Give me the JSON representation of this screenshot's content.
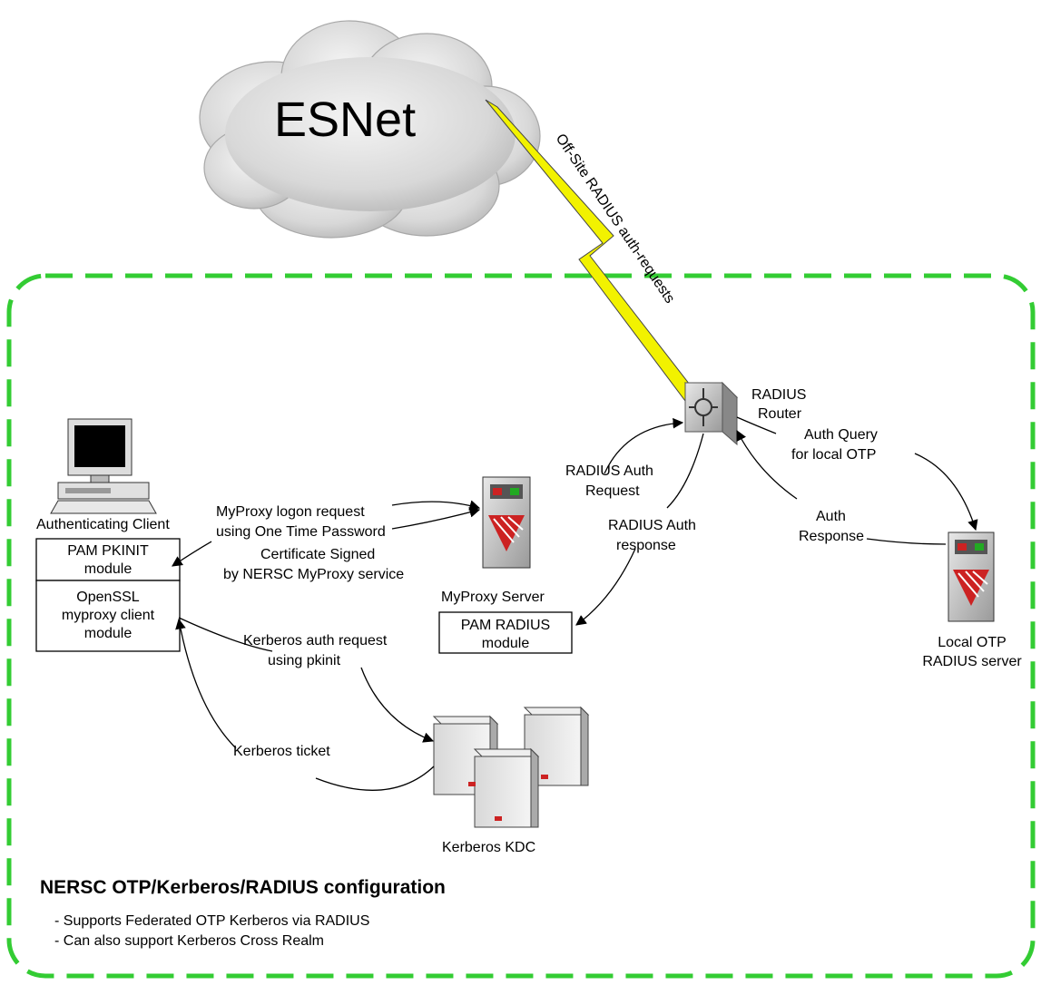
{
  "cloud": {
    "label": "ESNet"
  },
  "link": {
    "label": "Off-Site RADIUS auth-requests"
  },
  "nodes": {
    "router": {
      "label_line1": "RADIUS",
      "label_line2": "Router"
    },
    "client": {
      "label": "Authenticating Client"
    },
    "myproxy": {
      "label": "MyProxy Server"
    },
    "kdc": {
      "label": "Kerberos KDC"
    },
    "local_otp": {
      "label_line1": "Local OTP",
      "label_line2": "RADIUS server"
    }
  },
  "modules": {
    "pam_pkinit": {
      "line1": "PAM PKINIT",
      "line2": "module"
    },
    "openssl": {
      "line1": "OpenSSL",
      "line2": "myproxy client",
      "line3": "module"
    },
    "pam_radius": {
      "line1": "PAM RADIUS",
      "line2": "module"
    }
  },
  "edges": {
    "myproxy_logon": {
      "line1": "MyProxy logon request",
      "line2": "using One Time Password"
    },
    "cert_signed": {
      "line1": "Certificate Signed",
      "line2": "by NERSC MyProxy service"
    },
    "kerberos_req": {
      "line1": "Kerberos auth request",
      "line2": "using pkinit"
    },
    "kerberos_ticket": {
      "line1": "Kerberos ticket"
    },
    "radius_request": {
      "line1": "RADIUS Auth",
      "line2": "Request"
    },
    "radius_response": {
      "line1": "RADIUS Auth",
      "line2": "response"
    },
    "auth_query": {
      "line1": "Auth Query",
      "line2": "for local OTP"
    },
    "auth_response": {
      "line1": "Auth",
      "line2": "Response"
    }
  },
  "footer": {
    "title": "NERSC OTP/Kerberos/RADIUS configuration",
    "bullets": [
      "- Supports Federated OTP Kerberos via RADIUS",
      "- Can also support Kerberos Cross Realm"
    ]
  },
  "colors": {
    "boundary": "#33cc33",
    "lightning": "#f2f200",
    "server_red": "#cc2222",
    "server_green": "#22aa22"
  }
}
